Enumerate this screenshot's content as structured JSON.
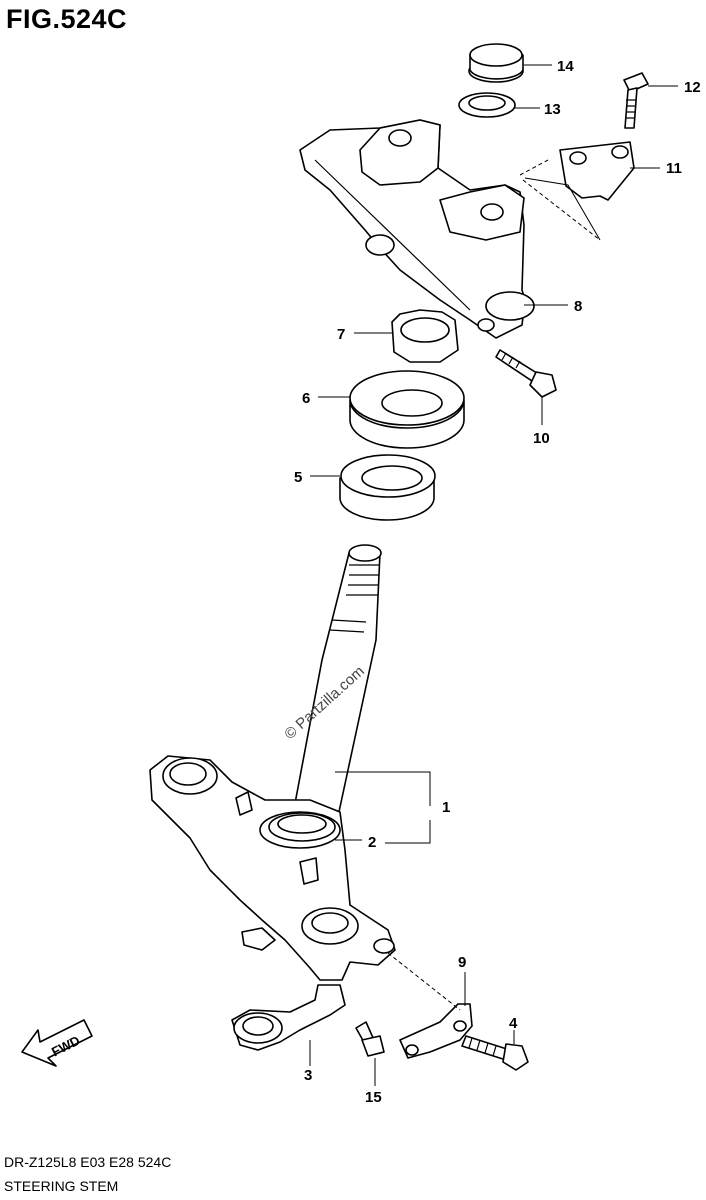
{
  "figure_title": "FIG.524C",
  "watermark": "© Partzilla.com",
  "footer_code": "DR-Z125L8  E03  E28  524C",
  "footer_name": "STEERING STEM",
  "fwd_label": "FWD",
  "callouts": {
    "c1": "1",
    "c2": "2",
    "c3": "3",
    "c4": "4",
    "c5": "5",
    "c6": "6",
    "c7": "7",
    "c8": "8",
    "c9": "9",
    "c10": "10",
    "c11": "11",
    "c12": "12",
    "c13": "13",
    "c14": "14",
    "c15": "15"
  }
}
